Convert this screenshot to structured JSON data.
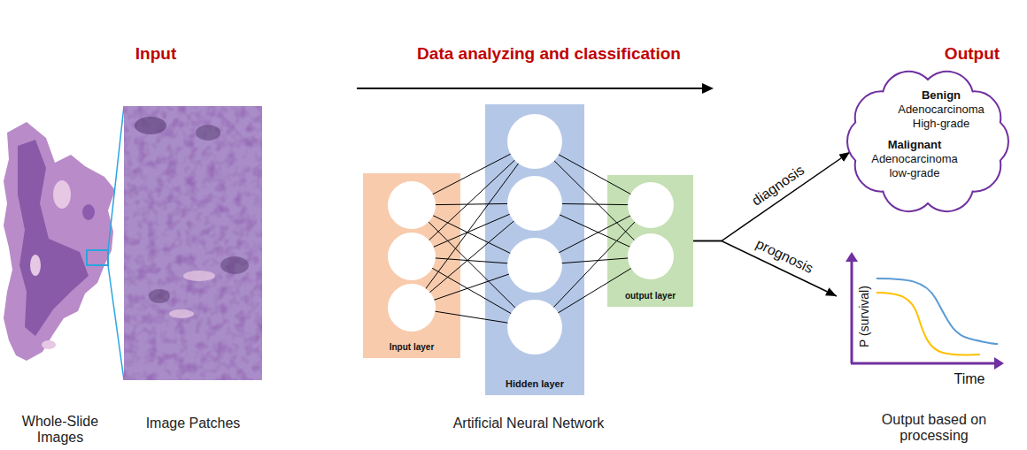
{
  "diagram": {
    "nodes": [
      {
        "text": [
          "Input layer"
        ]
      },
      {
        "text": [
          "Hidden layer"
        ]
      },
      {
        "text": [
          "output layer"
        ]
      },
      {
        "text": [
          "Benign",
          "Adenocarcinoma High-grade",
          "Malignant",
          "Adenocarcinoma low-grade"
        ]
      },
      {
        "text": [
          "P (survival)",
          "Time"
        ]
      }
    ],
    "edges": [
      {
        "from": 2,
        "to": 3,
        "arrow": "to",
        "label": "diagnosis"
      },
      {
        "from": 2,
        "to": 4,
        "arrow": "to",
        "label": "prognosis"
      }
    ],
    "labels": [
      "Input",
      "Data analyzing and classification",
      "Output",
      "Whole-Slide Images",
      "Image Patches",
      "Artificial Neural Network",
      "Output based on processing"
    ]
  }
}
